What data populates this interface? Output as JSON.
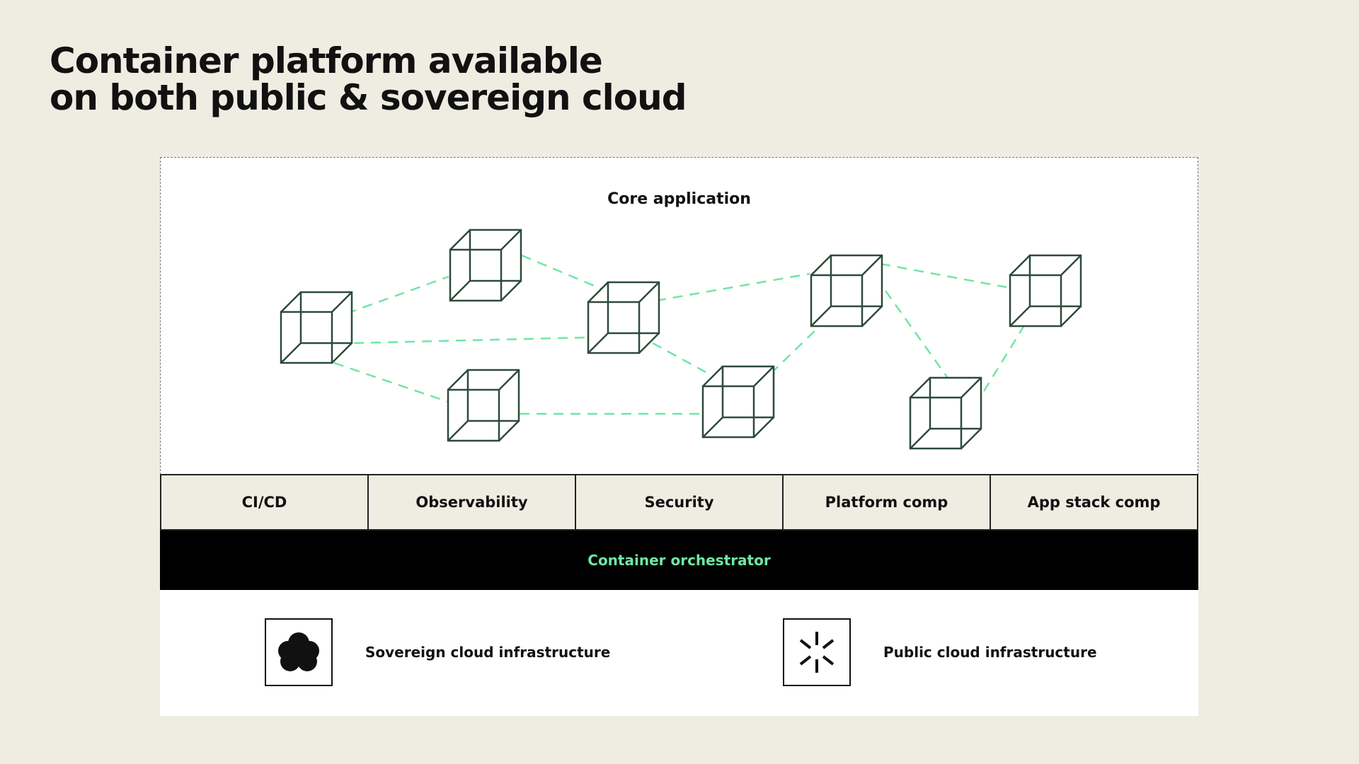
{
  "title": {
    "line1": "Container platform available",
    "line2": "on both public & sovereign cloud"
  },
  "core": {
    "label": "Core application"
  },
  "components": [
    {
      "label": "CI/CD"
    },
    {
      "label": "Observability"
    },
    {
      "label": "Security"
    },
    {
      "label": "Platform comp"
    },
    {
      "label": "App stack comp"
    }
  ],
  "orchestrator": {
    "label": "Container orchestrator"
  },
  "infrastructure": [
    {
      "label": "Sovereign cloud infrastructure",
      "icon": "cloud-icon"
    },
    {
      "label": "Public cloud infrastructure",
      "icon": "sparkle-icon"
    }
  ],
  "colors": {
    "background": "#efede2",
    "cube_stroke": "#2d4a3a",
    "link_dash": "#6ee7a4",
    "orchestrator_text": "#6ee7a4"
  }
}
